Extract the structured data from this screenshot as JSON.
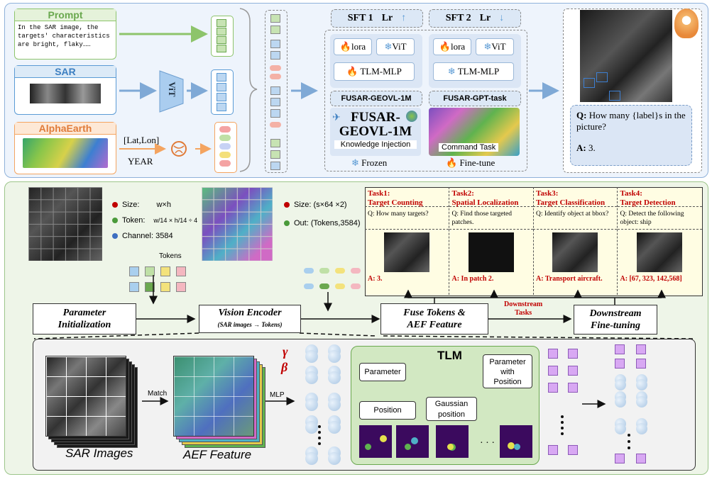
{
  "top": {
    "prompt": {
      "title": "Prompt",
      "text": "In the SAR image, the targets' characteristics are bright, flaky……"
    },
    "sar": {
      "title": "SAR"
    },
    "alphaearth": {
      "title": "AlphaEarth",
      "coords": "[Lat,Lon]",
      "year": "YEAR"
    },
    "vit_label": "ViT",
    "sft1": {
      "label": "SFT 1",
      "lr": "Lr",
      "arrow": "↑"
    },
    "sft2": {
      "label": "SFT 2",
      "lr": "Lr",
      "arrow": "↓"
    },
    "modules": {
      "lora": "lora",
      "vit": "ViT",
      "tlm_mlp": "TLM-MLP"
    },
    "dataset1": "FUSAR-GEOVL-1M",
    "dataset2": "FUSAR-GPT-task",
    "dataset1_big_line1": "FUSAR-",
    "dataset1_big_line2": "GEOVL-1M",
    "knowledge": "Knowledge Injection",
    "command": "Command Task",
    "frozen": "Frozen",
    "finetune": "Fine-tune",
    "qa": {
      "q_label": "Q:",
      "q_text": "How many {label}s in the picture?",
      "a_label": "A:",
      "a_text": "3."
    }
  },
  "bottom": {
    "legend1": {
      "size_label": "Size:",
      "size_value": "w×h",
      "token_label": "Token:",
      "channel_label": "Channel: 3584",
      "tokens": "Tokens"
    },
    "legend2": {
      "size_label": "Size: (s×64 ×2)",
      "out_label": "Out: (Tokens,3584)"
    },
    "tasks": [
      {
        "title1": "Task1:",
        "title2": "Target Counting",
        "q": "Q: How many targets?",
        "a": "A: 3."
      },
      {
        "title1": "Task2:",
        "title2": "Spatial Localization",
        "q": "Q: Find those targeted patches.",
        "a": "A: In patch 2."
      },
      {
        "title1": "Task3:",
        "title2": "Target Classification",
        "q": "Q: Identify object at bbox?",
        "a": "A: Transport aircraft."
      },
      {
        "title1": "Task4:",
        "title2": "Target Detection",
        "q": "Q: Detect the following object: ship",
        "a": "A: [67, 323, 142,568]"
      }
    ],
    "flow": {
      "param_init_1": "Parameter",
      "param_init_2": "Initialization",
      "vision_encoder": "Vision Encoder",
      "vision_sub": "(SAR images → Tokens)",
      "fuse_1": "Fuse Tokens &",
      "fuse_2": "AEF Feature",
      "downstream_tasks_1": "Downstream",
      "downstream_tasks_2": "Tasks",
      "dft_1": "Downstream",
      "dft_2": "Fine-tuning"
    },
    "detail": {
      "sar_images": "SAR Images",
      "aef_feature": "AEF Feature",
      "match": "Match",
      "mlp": "MLP",
      "gamma": "γ",
      "beta": "β",
      "tlm": "TLM",
      "parameter": "Parameter",
      "position": "Position",
      "gaussian_1": "Gaussian",
      "gaussian_2": "position",
      "pwp_1": "Parameter",
      "pwp_2": "with",
      "pwp_3": "Position",
      "ellipsis": "· · ·"
    }
  },
  "colors": {
    "prompt": "#8dc46b",
    "sar": "#5b9bd5",
    "alpha": "#f4a460",
    "accent_red": "#c00000"
  }
}
